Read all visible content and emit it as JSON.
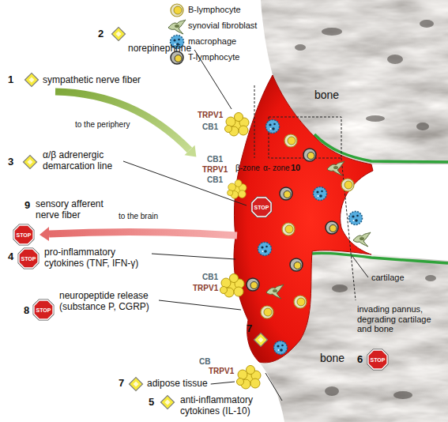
{
  "diagram": {
    "nodes": [
      {
        "text": [
          "STOP"
        ]
      },
      {
        "text": [
          "STOP"
        ]
      },
      {
        "text": [
          "STOP"
        ]
      },
      {
        "text": [
          "STOP"
        ]
      },
      {
        "text": [
          "STOP"
        ]
      }
    ],
    "labels": [
      "2",
      "norepinephrine",
      "1",
      "sympathetic nerve fiber",
      "bone",
      "TRPV1",
      "CB1",
      "to the periphery",
      "3",
      "α/β adrenergic demarcation line",
      "CB1",
      "β-zone",
      "α- zone",
      "10",
      "TRPV1",
      "CB1",
      "9",
      "sensory afferent nerve fiber",
      "to the brain",
      "4",
      "pro-inflammatory cytokines (TNF, IFN-γ)",
      "CB1",
      "TRPV1",
      "cartilage",
      "8",
      "neuropeptide release (substance P, CGRP)",
      "invading pannus, degrading cartilage and bone",
      "7",
      "bone",
      "6",
      "CB",
      "TRPV1",
      "7",
      "adipose tissue",
      "5",
      "anti-inflammatory cytokines (IL-10)"
    ],
    "legend": [
      {
        "text": "B-lymphocyte"
      },
      {
        "text": "synovial fibroblast"
      },
      {
        "text": "macrophage"
      },
      {
        "text": "T-lymphocyte"
      }
    ]
  }
}
